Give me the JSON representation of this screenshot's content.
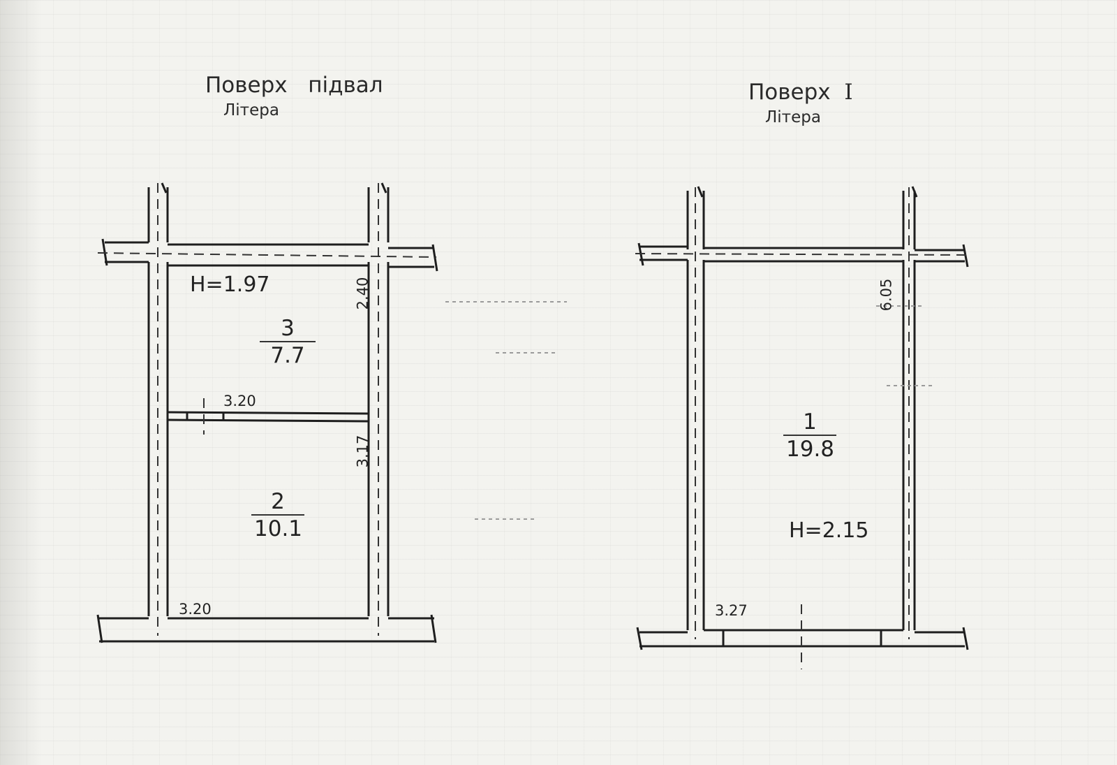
{
  "plans": [
    {
      "floor_title": "Поверх",
      "floor_name": "підвал",
      "subtitle": "Літера",
      "height_label": "H=1.97",
      "rooms": [
        {
          "number": "3",
          "area": "7.7"
        },
        {
          "number": "2",
          "area": "10.1"
        }
      ],
      "dimensions": [
        "2.40",
        "3.20",
        "3.17",
        "3.20"
      ]
    },
    {
      "floor_title": "Поверх",
      "floor_name": "I",
      "subtitle": "Літера",
      "height_label": "H=2.15",
      "rooms": [
        {
          "number": "1",
          "area": "19.8"
        }
      ],
      "dimensions": [
        "6.05",
        "3.27"
      ]
    }
  ]
}
